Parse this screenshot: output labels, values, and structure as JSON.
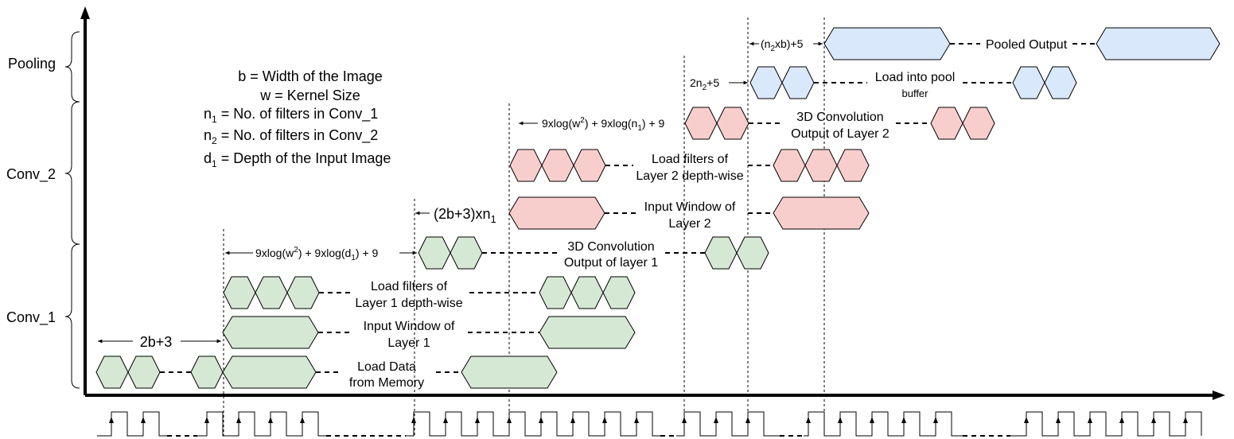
{
  "sections": {
    "pooling": "Pooling",
    "conv2": "Conv_2",
    "conv1": "Conv_1"
  },
  "legend": {
    "b": "b = Width of the Image",
    "w": "w = Kernel Size",
    "n1_base": "n",
    "n1_sub": "1",
    "n1_rest": " = No. of filters in Conv_1",
    "n2_base": "n",
    "n2_sub": "2",
    "n2_rest": " = No. of filters in Conv_2",
    "d1_base": "d",
    "d1_sub": "1",
    "d1_rest": " = Depth of the Input Image"
  },
  "labels": {
    "load_data_1": "Load Data",
    "load_data_2": "from Memory",
    "input_window_l1_1": "Input Window of",
    "input_window_l1_2": "Layer 1",
    "load_filters_l1_1": "Load filters of",
    "load_filters_l1_2": "Layer 1 depth-wise",
    "conv_out_l1_1": "3D Convolution",
    "conv_out_l1_2": "Output of layer 1",
    "input_window_l2_1": "Input Window of",
    "input_window_l2_2": "Layer 2",
    "load_filters_l2_1": "Load filters of",
    "load_filters_l2_2": "Layer 2 depth-wise",
    "conv_out_l2_1": "3D Convolution",
    "conv_out_l2_2": "Output of Layer 2",
    "pool_buffer_1": "Load into pool",
    "pool_buffer_2": "buffer",
    "pooled_output": "Pooled Output"
  },
  "annotations": {
    "t_2b3": "2b+3",
    "t_conv1_a": "9xlog(w",
    "t_conv1_b": "2",
    "t_conv1_c": ") + 9xlog(d",
    "t_conv1_d": "1",
    "t_conv1_e": ") + 9",
    "t_2b3n1_a": "(2b+3)xn",
    "t_2b3n1_b": "1",
    "t_conv2_a": "9xlog(w",
    "t_conv2_b": "2",
    "t_conv2_c": ") + 9xlog(n",
    "t_conv2_d": "1",
    "t_conv2_e": ") + 9",
    "t_2n2_a": "2n",
    "t_2n2_b": "2",
    "t_2n2_c": "+5",
    "t_n2b_a": "(n",
    "t_n2b_b": "2",
    "t_n2b_c": "xb)+5"
  },
  "colors": {
    "conv1_fill": "#d5e8d4",
    "conv2_fill": "#f8cecc",
    "pool_fill": "#dae8fc"
  }
}
